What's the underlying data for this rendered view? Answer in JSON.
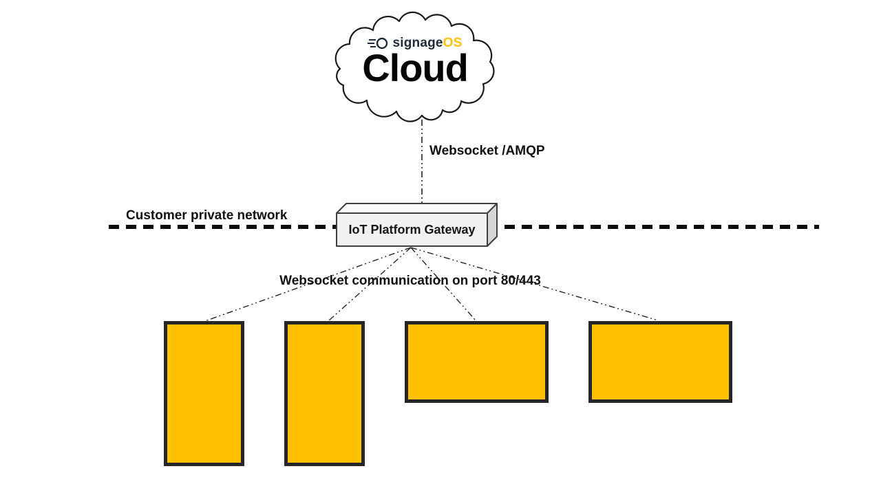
{
  "cloud": {
    "logo": {
      "signage": "signage",
      "os": "OS"
    },
    "title": "Cloud"
  },
  "labels": {
    "cloud_link": "Websocket /AMQP",
    "network_boundary": "Customer private network",
    "gateway": "IoT Platform Gateway",
    "device_link": "Websocket communication on port 80/443"
  },
  "displays": [
    {
      "id": "display-1",
      "orientation": "portrait"
    },
    {
      "id": "display-2",
      "orientation": "portrait"
    },
    {
      "id": "display-3",
      "orientation": "landscape"
    },
    {
      "id": "display-4",
      "orientation": "landscape"
    }
  ],
  "colors": {
    "display_fill": "#ffc000",
    "display_border": "#262626",
    "logo_navy": "#1d2b3a",
    "logo_yellow": "#ffc107",
    "line_black": "#111111",
    "gateway_front": "#f1f1f1",
    "gateway_top": "#fbfbfb",
    "gateway_side": "#d6d6d6"
  }
}
